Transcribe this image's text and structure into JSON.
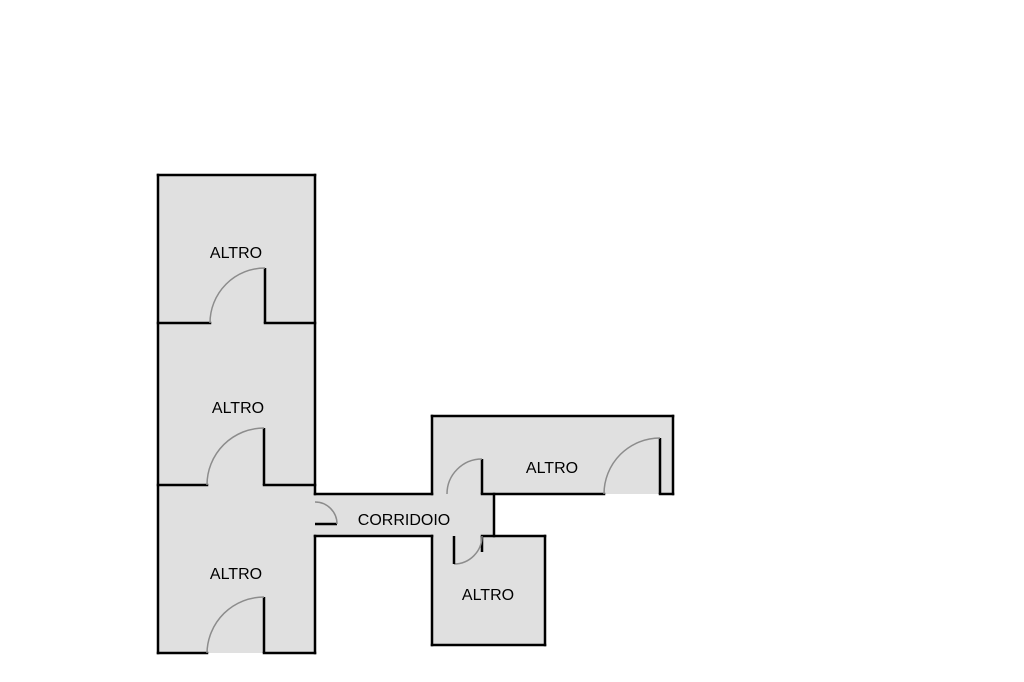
{
  "rooms": [
    {
      "label": "ALTRO"
    },
    {
      "label": "ALTRO"
    },
    {
      "label": "ALTRO"
    },
    {
      "label": "CORRIDOIO"
    },
    {
      "label": "ALTRO"
    },
    {
      "label": "ALTRO"
    }
  ],
  "colors": {
    "room_fill": "#e0e0e0",
    "wall": "#000000",
    "door_swing": "#8c8c8c",
    "background": "#ffffff"
  }
}
